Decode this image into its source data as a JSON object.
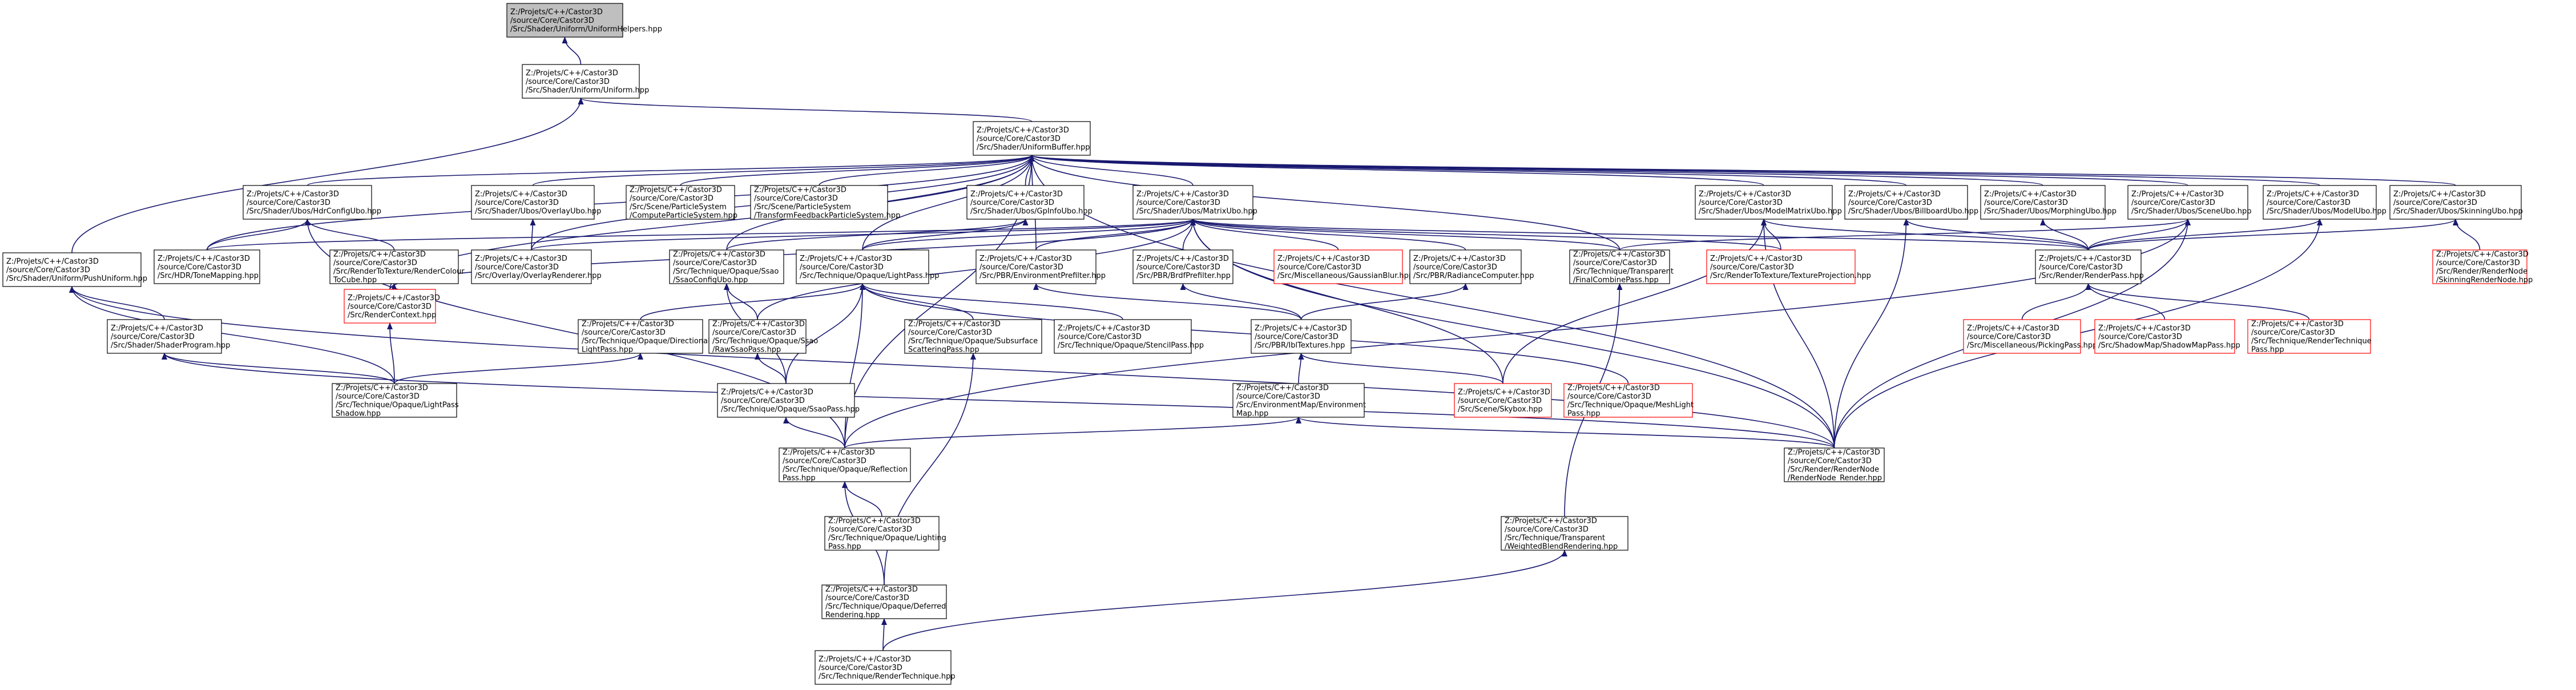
{
  "colors": {
    "edge": "#191970",
    "normal_border": "#000000",
    "missing_border": "#ff0000",
    "root_fill": "#bfbfbf",
    "fill": "#ffffff"
  },
  "nodes": [
    {
      "id": "uniform_helpers",
      "kind": "root",
      "lines": [
        "Z:/Projets/C++/Castor3D",
        "/source/Core/Castor3D",
        "/Src/Shader/Uniform/UniformHelpers.hpp"
      ]
    },
    {
      "id": "uniform",
      "kind": "normal",
      "lines": [
        "Z:/Projets/C++/Castor3D",
        "/source/Core/Castor3D",
        "/Src/Shader/Uniform/Uniform.hpp"
      ]
    },
    {
      "id": "uniform_buffer",
      "kind": "normal",
      "lines": [
        "Z:/Projets/C++/Castor3D",
        "/source/Core/Castor3D",
        "/Src/Shader/UniformBuffer.hpp"
      ]
    },
    {
      "id": "push_uniform",
      "kind": "normal",
      "lines": [
        "Z:/Projets/C++/Castor3D",
        "/source/Core/Castor3D",
        "/Src/Shader/Uniform/PushUniform.hpp"
      ]
    },
    {
      "id": "hdr_config_ubo",
      "kind": "normal",
      "lines": [
        "Z:/Projets/C++/Castor3D",
        "/source/Core/Castor3D",
        "/Src/Shader/Ubos/HdrConfigUbo.hpp"
      ]
    },
    {
      "id": "overlay_ubo",
      "kind": "normal",
      "lines": [
        "Z:/Projets/C++/Castor3D",
        "/source/Core/Castor3D",
        "/Src/Shader/Ubos/OverlayUbo.hpp"
      ]
    },
    {
      "id": "compute_particle",
      "kind": "normal",
      "lines": [
        "Z:/Projets/C++/Castor3D",
        "/source/Core/Castor3D",
        "/Src/Scene/ParticleSystem",
        "/ComputeParticleSystem.hpp"
      ]
    },
    {
      "id": "transform_feedback",
      "kind": "normal",
      "lines": [
        "Z:/Projets/C++/Castor3D",
        "/source/Core/Castor3D",
        "/Src/Scene/ParticleSystem",
        "/TransformFeedbackParticleSystem.hpp"
      ]
    },
    {
      "id": "gpinfo_ubo",
      "kind": "normal",
      "lines": [
        "Z:/Projets/C++/Castor3D",
        "/source/Core/Castor3D",
        "/Src/Shader/Ubos/GpInfoUbo.hpp"
      ]
    },
    {
      "id": "matrix_ubo",
      "kind": "normal",
      "lines": [
        "Z:/Projets/C++/Castor3D",
        "/source/Core/Castor3D",
        "/Src/Shader/Ubos/MatrixUbo.hpp"
      ]
    },
    {
      "id": "model_matrix_ubo",
      "kind": "normal",
      "lines": [
        "Z:/Projets/C++/Castor3D",
        "/source/Core/Castor3D",
        "/Src/Shader/Ubos/ModelMatrixUbo.hpp"
      ]
    },
    {
      "id": "billboard_ubo",
      "kind": "normal",
      "lines": [
        "Z:/Projets/C++/Castor3D",
        "/source/Core/Castor3D",
        "/Src/Shader/Ubos/BillboardUbo.hpp"
      ]
    },
    {
      "id": "morphing_ubo",
      "kind": "normal",
      "lines": [
        "Z:/Projets/C++/Castor3D",
        "/source/Core/Castor3D",
        "/Src/Shader/Ubos/MorphingUbo.hpp"
      ]
    },
    {
      "id": "scene_ubo",
      "kind": "normal",
      "lines": [
        "Z:/Projets/C++/Castor3D",
        "/source/Core/Castor3D",
        "/Src/Shader/Ubos/SceneUbo.hpp"
      ]
    },
    {
      "id": "model_ubo",
      "kind": "normal",
      "lines": [
        "Z:/Projets/C++/Castor3D",
        "/source/Core/Castor3D",
        "/Src/Shader/Ubos/ModelUbo.hpp"
      ]
    },
    {
      "id": "skinning_ubo",
      "kind": "normal",
      "lines": [
        "Z:/Projets/C++/Castor3D",
        "/source/Core/Castor3D",
        "/Src/Shader/Ubos/SkinningUbo.hpp"
      ]
    },
    {
      "id": "hdr_tone_mapping",
      "kind": "normal",
      "lines": [
        "Z:/Projets/C++/Castor3D",
        "/source/Core/Castor3D",
        "/Src/HDR/ToneMapping.hpp"
      ]
    },
    {
      "id": "render_colour_cube",
      "kind": "normal",
      "lines": [
        "Z:/Projets/C++/Castor3D",
        "/source/Core/Castor3D",
        "/Src/RenderToTexture/RenderColour",
        "ToCube.hpp"
      ]
    },
    {
      "id": "overlay_renderer",
      "kind": "normal",
      "lines": [
        "Z:/Projets/C++/Castor3D",
        "/source/Core/Castor3D",
        "/Src/Overlay/OverlayRenderer.hpp"
      ]
    },
    {
      "id": "ssao_config_ubo",
      "kind": "normal",
      "lines": [
        "Z:/Projets/C++/Castor3D",
        "/source/Core/Castor3D",
        "/Src/Technique/Opaque/Ssao",
        "/SsaoConfigUbo.hpp"
      ]
    },
    {
      "id": "light_pass",
      "kind": "normal",
      "lines": [
        "Z:/Projets/C++/Castor3D",
        "/source/Core/Castor3D",
        "/Src/Technique/Opaque/LightPass.hpp"
      ]
    },
    {
      "id": "environment_prefilter",
      "kind": "normal",
      "lines": [
        "Z:/Projets/C++/Castor3D",
        "/source/Core/Castor3D",
        "/Src/PBR/EnvironmentPrefilter.hpp"
      ]
    },
    {
      "id": "brdf_prefilter",
      "kind": "normal",
      "lines": [
        "Z:/Projets/C++/Castor3D",
        "/source/Core/Castor3D",
        "/Src/PBR/BrdfPrefilter.hpp"
      ]
    },
    {
      "id": "gaussian_blur",
      "kind": "missing",
      "lines": [
        "Z:/Projets/C++/Castor3D",
        "/source/Core/Castor3D",
        "/Src/Miscellaneous/GaussianBlur.hpp"
      ]
    },
    {
      "id": "radiance_computer",
      "kind": "normal",
      "lines": [
        "Z:/Projets/C++/Castor3D",
        "/source/Core/Castor3D",
        "/Src/PBR/RadianceComputer.hpp"
      ]
    },
    {
      "id": "final_combine",
      "kind": "normal",
      "lines": [
        "Z:/Projets/C++/Castor3D",
        "/source/Core/Castor3D",
        "/Src/Technique/Transparent",
        "/FinalCombinePass.hpp"
      ]
    },
    {
      "id": "texture_projection",
      "kind": "missing",
      "lines": [
        "Z:/Projets/C++/Castor3D",
        "/source/Core/Castor3D",
        "/Src/RenderToTexture/TextureProjection.hpp"
      ]
    },
    {
      "id": "render_pass",
      "kind": "normal",
      "lines": [
        "Z:/Projets/C++/Castor3D",
        "/source/Core/Castor3D",
        "/Src/Render/RenderPass.hpp"
      ]
    },
    {
      "id": "skinning_render_node",
      "kind": "missing",
      "lines": [
        "Z:/Projets/C++/Castor3D",
        "/source/Core/Castor3D",
        "/Src/Render/RenderNode",
        "/SkinningRenderNode.hpp"
      ]
    },
    {
      "id": "shader_program",
      "kind": "normal",
      "lines": [
        "Z:/Projets/C++/Castor3D",
        "/source/Core/Castor3D",
        "/Src/Shader/ShaderProgram.hpp"
      ]
    },
    {
      "id": "render_context",
      "kind": "missing",
      "lines": [
        "Z:/Projets/C++/Castor3D",
        "/source/Core/Castor3D",
        "/Src/RenderContext.hpp"
      ]
    },
    {
      "id": "directional_light_pass",
      "kind": "normal",
      "lines": [
        "Z:/Projets/C++/Castor3D",
        "/source/Core/Castor3D",
        "/Src/Technique/Opaque/Directional",
        "LightPass.hpp"
      ]
    },
    {
      "id": "raw_ssao_pass",
      "kind": "normal",
      "lines": [
        "Z:/Projets/C++/Castor3D",
        "/source/Core/Castor3D",
        "/Src/Technique/Opaque/Ssao",
        "/RawSsaoPass.hpp"
      ]
    },
    {
      "id": "subsurface_scattering",
      "kind": "normal",
      "lines": [
        "Z:/Projets/C++/Castor3D",
        "/source/Core/Castor3D",
        "/Src/Technique/Opaque/Subsurface",
        "ScatteringPass.hpp"
      ]
    },
    {
      "id": "stencil_pass",
      "kind": "normal",
      "lines": [
        "Z:/Projets/C++/Castor3D",
        "/source/Core/Castor3D",
        "/Src/Technique/Opaque/StencilPass.hpp"
      ]
    },
    {
      "id": "ibl_textures",
      "kind": "normal",
      "lines": [
        "Z:/Projets/C++/Castor3D",
        "/source/Core/Castor3D",
        "/Src/PBR/IblTextures.hpp"
      ]
    },
    {
      "id": "picking_pass",
      "kind": "missing",
      "lines": [
        "Z:/Projets/C++/Castor3D",
        "/source/Core/Castor3D",
        "/Src/Miscellaneous/PickingPass.hpp"
      ]
    },
    {
      "id": "shadow_map_pass",
      "kind": "missing",
      "lines": [
        "Z:/Projets/C++/Castor3D",
        "/source/Core/Castor3D",
        "/Src/ShadowMap/ShadowMapPass.hpp"
      ]
    },
    {
      "id": "render_technique_pass",
      "kind": "missing",
      "lines": [
        "Z:/Projets/C++/Castor3D",
        "/source/Core/Castor3D",
        "/Src/Technique/RenderTechnique",
        "Pass.hpp"
      ]
    },
    {
      "id": "light_pass_shadow",
      "kind": "normal",
      "lines": [
        "Z:/Projets/C++/Castor3D",
        "/source/Core/Castor3D",
        "/Src/Technique/Opaque/LightPass",
        "Shadow.hpp"
      ]
    },
    {
      "id": "ssao_pass",
      "kind": "normal",
      "lines": [
        "Z:/Projets/C++/Castor3D",
        "/source/Core/Castor3D",
        "/Src/Technique/Opaque/SsaoPass.hpp"
      ]
    },
    {
      "id": "environment_map",
      "kind": "normal",
      "lines": [
        "Z:/Projets/C++/Castor3D",
        "/source/Core/Castor3D",
        "/Src/EnvironmentMap/Environment",
        "Map.hpp"
      ]
    },
    {
      "id": "skybox",
      "kind": "missing",
      "lines": [
        "Z:/Projets/C++/Castor3D",
        "/source/Core/Castor3D",
        "/Src/Scene/Skybox.hpp"
      ]
    },
    {
      "id": "mesh_light_pass",
      "kind": "missing",
      "lines": [
        "Z:/Projets/C++/Castor3D",
        "/source/Core/Castor3D",
        "/Src/Technique/Opaque/MeshLight",
        "Pass.hpp"
      ]
    },
    {
      "id": "reflection_pass",
      "kind": "normal",
      "lines": [
        "Z:/Projets/C++/Castor3D",
        "/source/Core/Castor3D",
        "/Src/Technique/Opaque/Reflection",
        "Pass.hpp"
      ]
    },
    {
      "id": "render_node_render",
      "kind": "normal",
      "lines": [
        "Z:/Projets/C++/Castor3D",
        "/source/Core/Castor3D",
        "/Src/Render/RenderNode",
        "/RenderNode_Render.hpp"
      ]
    },
    {
      "id": "lighting_pass",
      "kind": "normal",
      "lines": [
        "Z:/Projets/C++/Castor3D",
        "/source/Core/Castor3D",
        "/Src/Technique/Opaque/Lighting",
        "Pass.hpp"
      ]
    },
    {
      "id": "weighted_blend",
      "kind": "normal",
      "lines": [
        "Z:/Projets/C++/Castor3D",
        "/source/Core/Castor3D",
        "/Src/Technique/Transparent",
        "/WeightedBlendRendering.hpp"
      ]
    },
    {
      "id": "deferred_rendering",
      "kind": "normal",
      "lines": [
        "Z:/Projets/C++/Castor3D",
        "/source/Core/Castor3D",
        "/Src/Technique/Opaque/Deferred",
        "Rendering.hpp"
      ]
    },
    {
      "id": "render_technique",
      "kind": "normal",
      "lines": [
        "Z:/Projets/C++/Castor3D",
        "/source/Core/Castor3D",
        "/Src/Technique/RenderTechnique.hpp"
      ]
    }
  ],
  "edges": [
    [
      "uniform",
      "uniform_helpers"
    ],
    [
      "uniform_buffer",
      "uniform"
    ],
    [
      "push_uniform",
      "uniform"
    ],
    [
      "hdr_config_ubo",
      "uniform_buffer"
    ],
    [
      "overlay_ubo",
      "uniform_buffer"
    ],
    [
      "compute_particle",
      "uniform_buffer"
    ],
    [
      "transform_feedback",
      "uniform_buffer"
    ],
    [
      "gpinfo_ubo",
      "uniform_buffer"
    ],
    [
      "matrix_ubo",
      "uniform_buffer"
    ],
    [
      "model_matrix_ubo",
      "uniform_buffer"
    ],
    [
      "billboard_ubo",
      "uniform_buffer"
    ],
    [
      "morphing_ubo",
      "uniform_buffer"
    ],
    [
      "scene_ubo",
      "uniform_buffer"
    ],
    [
      "model_ubo",
      "uniform_buffer"
    ],
    [
      "skinning_ubo",
      "uniform_buffer"
    ],
    [
      "hdr_tone_mapping",
      "uniform_buffer"
    ],
    [
      "overlay_renderer",
      "uniform_buffer"
    ],
    [
      "ssao_config_ubo",
      "uniform_buffer"
    ],
    [
      "light_pass",
      "uniform_buffer"
    ],
    [
      "environment_prefilter",
      "uniform_buffer"
    ],
    [
      "final_combine",
      "uniform_buffer"
    ],
    [
      "render_node_render",
      "uniform_buffer"
    ],
    [
      "reflection_pass",
      "uniform_buffer"
    ],
    [
      "render_context",
      "uniform_buffer"
    ],
    [
      "hdr_tone_mapping",
      "hdr_config_ubo"
    ],
    [
      "render_colour_cube",
      "hdr_config_ubo"
    ],
    [
      "reflection_pass",
      "hdr_config_ubo"
    ],
    [
      "overlay_renderer",
      "overlay_ubo"
    ],
    [
      "light_pass",
      "gpinfo_ubo"
    ],
    [
      "ssao_config_ubo",
      "gpinfo_ubo"
    ],
    [
      "hdr_tone_mapping",
      "matrix_ubo"
    ],
    [
      "overlay_renderer",
      "matrix_ubo"
    ],
    [
      "light_pass",
      "matrix_ubo"
    ],
    [
      "environment_prefilter",
      "matrix_ubo"
    ],
    [
      "brdf_prefilter",
      "matrix_ubo"
    ],
    [
      "gaussian_blur",
      "matrix_ubo"
    ],
    [
      "radiance_computer",
      "matrix_ubo"
    ],
    [
      "final_combine",
      "matrix_ubo"
    ],
    [
      "texture_projection",
      "matrix_ubo"
    ],
    [
      "render_pass",
      "matrix_ubo"
    ],
    [
      "skybox",
      "matrix_ubo"
    ],
    [
      "render_node_render",
      "matrix_ubo"
    ],
    [
      "render_context",
      "matrix_ubo"
    ],
    [
      "raw_ssao_pass",
      "matrix_ubo"
    ],
    [
      "texture_projection",
      "model_matrix_ubo"
    ],
    [
      "render_pass",
      "model_matrix_ubo"
    ],
    [
      "skybox",
      "model_matrix_ubo"
    ],
    [
      "render_node_render",
      "model_matrix_ubo"
    ],
    [
      "render_pass",
      "billboard_ubo"
    ],
    [
      "render_node_render",
      "billboard_ubo"
    ],
    [
      "render_pass",
      "morphing_ubo"
    ],
    [
      "render_pass",
      "scene_ubo"
    ],
    [
      "final_combine",
      "scene_ubo"
    ],
    [
      "reflection_pass",
      "scene_ubo"
    ],
    [
      "render_node_render",
      "scene_ubo"
    ],
    [
      "render_pass",
      "model_ubo"
    ],
    [
      "render_node_render",
      "model_ubo"
    ],
    [
      "render_pass",
      "skinning_ubo"
    ],
    [
      "skinning_render_node",
      "skinning_ubo"
    ],
    [
      "render_context",
      "render_colour_cube"
    ],
    [
      "light_pass_shadow",
      "render_context"
    ],
    [
      "shader_program",
      "push_uniform"
    ],
    [
      "light_pass_shadow",
      "push_uniform"
    ],
    [
      "render_node_render",
      "push_uniform"
    ],
    [
      "light_pass_shadow",
      "shader_program"
    ],
    [
      "render_node_render",
      "shader_program"
    ],
    [
      "raw_ssao_pass",
      "ssao_config_ubo"
    ],
    [
      "ssao_pass",
      "ssao_config_ubo"
    ],
    [
      "directional_light_pass",
      "light_pass"
    ],
    [
      "subsurface_scattering",
      "light_pass"
    ],
    [
      "stencil_pass",
      "light_pass"
    ],
    [
      "ssao_pass",
      "light_pass"
    ],
    [
      "reflection_pass",
      "light_pass"
    ],
    [
      "mesh_light_pass",
      "light_pass"
    ],
    [
      "light_pass_shadow",
      "directional_light_pass"
    ],
    [
      "ssao_pass",
      "raw_ssao_pass"
    ],
    [
      "deferred_rendering",
      "subsurface_scattering"
    ],
    [
      "ibl_textures",
      "environment_prefilter"
    ],
    [
      "ibl_textures",
      "brdf_prefilter"
    ],
    [
      "ibl_textures",
      "radiance_computer"
    ],
    [
      "environment_map",
      "ibl_textures"
    ],
    [
      "skybox",
      "ibl_textures"
    ],
    [
      "picking_pass",
      "render_pass"
    ],
    [
      "shadow_map_pass",
      "render_pass"
    ],
    [
      "render_technique_pass",
      "render_pass"
    ],
    [
      "reflection_pass",
      "environment_map"
    ],
    [
      "render_node_render",
      "environment_map"
    ],
    [
      "reflection_pass",
      "ssao_pass"
    ],
    [
      "lighting_pass",
      "reflection_pass"
    ],
    [
      "deferred_rendering",
      "reflection_pass"
    ],
    [
      "weighted_blend",
      "final_combine"
    ],
    [
      "render_technique",
      "deferred_rendering"
    ],
    [
      "render_technique",
      "weighted_blend"
    ]
  ]
}
